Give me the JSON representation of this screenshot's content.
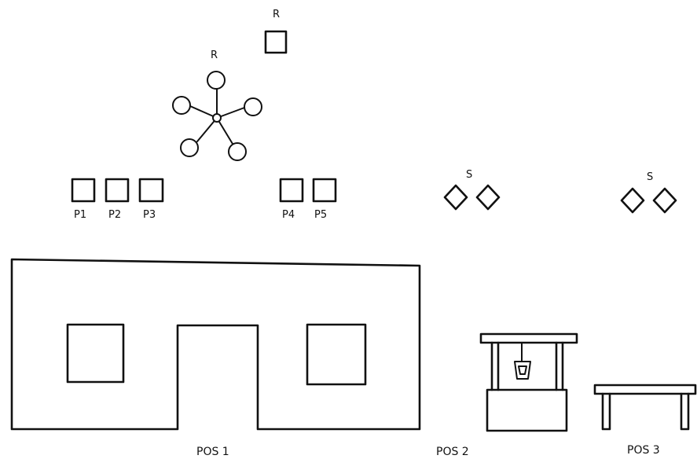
{
  "labels": {
    "r_square": "R",
    "r_star": "R",
    "p1": "P1",
    "p2": "P2",
    "p3": "P3",
    "p4": "P4",
    "p5": "P5",
    "s_left": "S",
    "s_right": "S",
    "pos1": "POS 1",
    "pos2": "POS 2",
    "pos3": "POS 3"
  }
}
